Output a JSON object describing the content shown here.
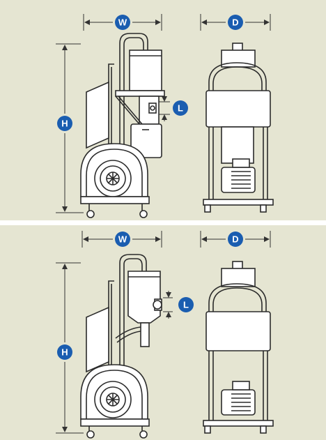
{
  "colors": {
    "panel_background": "#e5e5d2",
    "badge_fill": "#1a5db0",
    "line": "#2b2b2b"
  },
  "variants": [
    {
      "badges": {
        "width": "W",
        "depth": "D",
        "height": "H",
        "length": "L"
      }
    },
    {
      "badges": {
        "width": "W",
        "depth": "D",
        "height": "H",
        "length": "L"
      }
    }
  ]
}
